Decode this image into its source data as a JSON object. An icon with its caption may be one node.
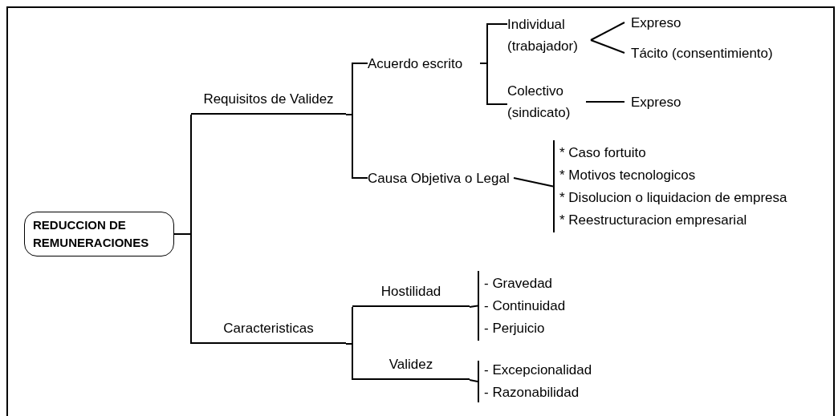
{
  "diagram": {
    "nodes": [
      {
        "text": [
          "REDUCCION DE REMUNERACIONES"
        ]
      },
      {
        "text": [
          "Requisitos de Validez"
        ]
      },
      {
        "text": [
          "Acuerdo escrito"
        ]
      },
      {
        "text": [
          "Individual (trabajador)"
        ]
      },
      {
        "text": [
          "Expreso"
        ]
      },
      {
        "text": [
          "Tácito (consentimiento)"
        ]
      },
      {
        "text": [
          "Colectivo (sindicato)"
        ]
      },
      {
        "text": [
          "Expreso"
        ]
      },
      {
        "text": [
          "Causa Objetiva o Legal"
        ]
      },
      {
        "text": [
          "* Caso fortuito",
          "* Motivos tecnologicos",
          "* Disolucion o liquidacion de empresa",
          "* Reestructuracion empresarial"
        ]
      },
      {
        "text": [
          "Caracteristicas"
        ]
      },
      {
        "text": [
          "Hostilidad"
        ]
      },
      {
        "text": [
          "- Gravedad",
          "- Continuidad",
          "- Perjuicio"
        ]
      },
      {
        "text": [
          "Validez"
        ]
      },
      {
        "text": [
          "- Excepcionalidad",
          "- Razonabilidad"
        ]
      }
    ],
    "edges": [
      {
        "from": 0,
        "to": 1,
        "arrow": "none"
      },
      {
        "from": 1,
        "to": 2,
        "arrow": "none"
      },
      {
        "from": 1,
        "to": 8,
        "arrow": "none"
      },
      {
        "from": 2,
        "to": 3,
        "arrow": "none"
      },
      {
        "from": 2,
        "to": 6,
        "arrow": "none"
      },
      {
        "from": 3,
        "to": 4,
        "arrow": "none"
      },
      {
        "from": 3,
        "to": 5,
        "arrow": "none"
      },
      {
        "from": 6,
        "to": 7,
        "arrow": "none"
      },
      {
        "from": 8,
        "to": 9,
        "arrow": "none"
      },
      {
        "from": 0,
        "to": 10,
        "arrow": "none"
      },
      {
        "from": 10,
        "to": 11,
        "arrow": "none"
      },
      {
        "from": 11,
        "to": 12,
        "arrow": "none"
      },
      {
        "from": 10,
        "to": 13,
        "arrow": "none"
      },
      {
        "from": 13,
        "to": 14,
        "arrow": "none"
      }
    ]
  }
}
